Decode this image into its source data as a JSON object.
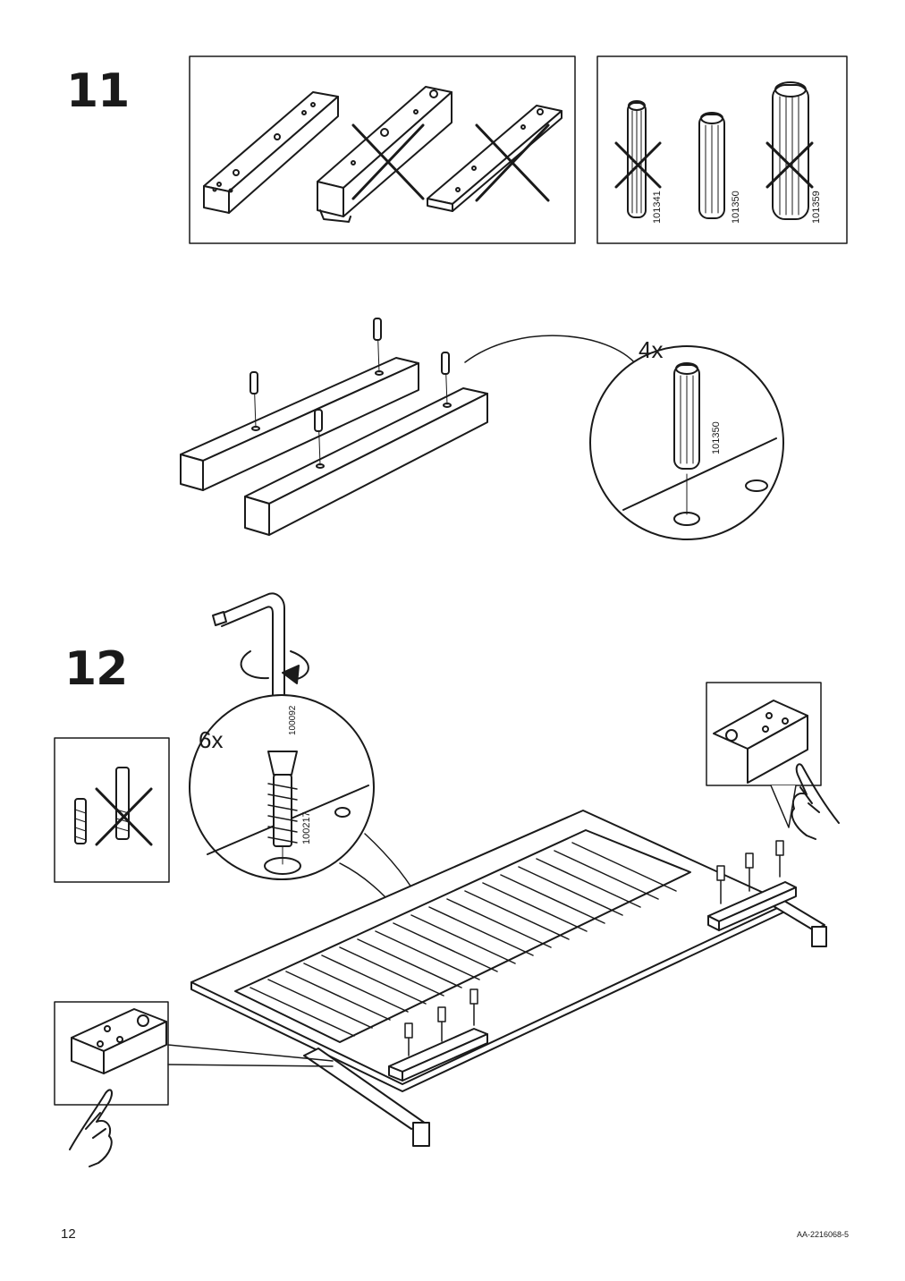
{
  "steps": {
    "step11": "11",
    "step12": "12"
  },
  "step11": {
    "dowels": {
      "a": "101341",
      "b": "101350",
      "c": "101359"
    },
    "detail": {
      "quantity": "4x",
      "part": "101350"
    }
  },
  "step12": {
    "tool_part": "100092",
    "detail": {
      "quantity": "6x",
      "part": "100217"
    }
  },
  "footer": {
    "page_number": "12",
    "doc_code": "AA-2216068-5"
  },
  "colors": {
    "ink": "#1a1a1a",
    "paper": "#ffffff"
  }
}
